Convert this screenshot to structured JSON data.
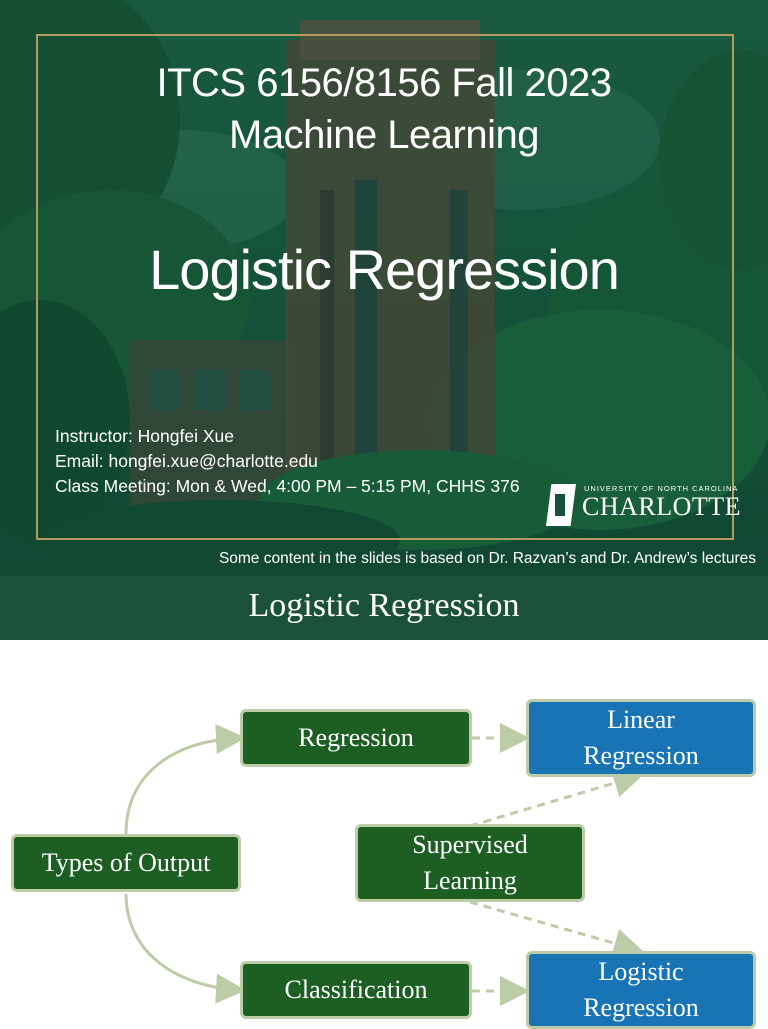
{
  "slide1": {
    "course_title": "ITCS 6156/8156 Fall 2023",
    "course_subtitle": "Machine Learning",
    "lecture_title": "Logistic Regression",
    "instructor": "Instructor: Hongfei Xue",
    "email": "Email: hongfei.xue@charlotte.edu",
    "meeting": "Class Meeting: Mon & Wed, 4:00 PM – 5:15 PM, CHHS 376",
    "credit": "Some content in the slides is based on Dr. Razvan’s and Dr. Andrew’s lectures",
    "logo": {
      "top_line": "UNIVERSITY OF NORTH CAROLINA",
      "name": "CHARLOTTE"
    }
  },
  "slide2": {
    "title": "Logistic Regression",
    "nodes": {
      "types_of_output": "Types of Output",
      "regression": "Regression",
      "classification": "Classification",
      "supervised_line1": "Supervised",
      "supervised_line2": "Learning",
      "linear_line1": "Linear",
      "linear_line2": "Regression",
      "logistic_line1": "Logistic",
      "logistic_line2": "Regression"
    }
  },
  "colors": {
    "header_green": "#1a5138",
    "node_green": "#1d5f22",
    "node_blue": "#1874b4",
    "node_border": "#bccca7",
    "frame_gold": "#b49a5f"
  }
}
